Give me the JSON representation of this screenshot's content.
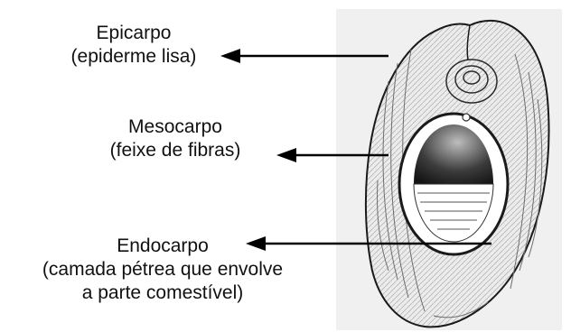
{
  "labels": {
    "epicarpo": {
      "name": "Epicarpo",
      "desc": "(epiderme lisa)"
    },
    "mesocarpo": {
      "name": "Mesocarpo",
      "desc": "(feixe de fibras)"
    },
    "endocarpo": {
      "name": "Endocarpo",
      "desc1": "(camada pétrea que envolve",
      "desc2": "a parte comestível)"
    }
  },
  "colors": {
    "ink": "#111111",
    "husk": "#e6e6e6",
    "shading": "#8a8a8a"
  }
}
